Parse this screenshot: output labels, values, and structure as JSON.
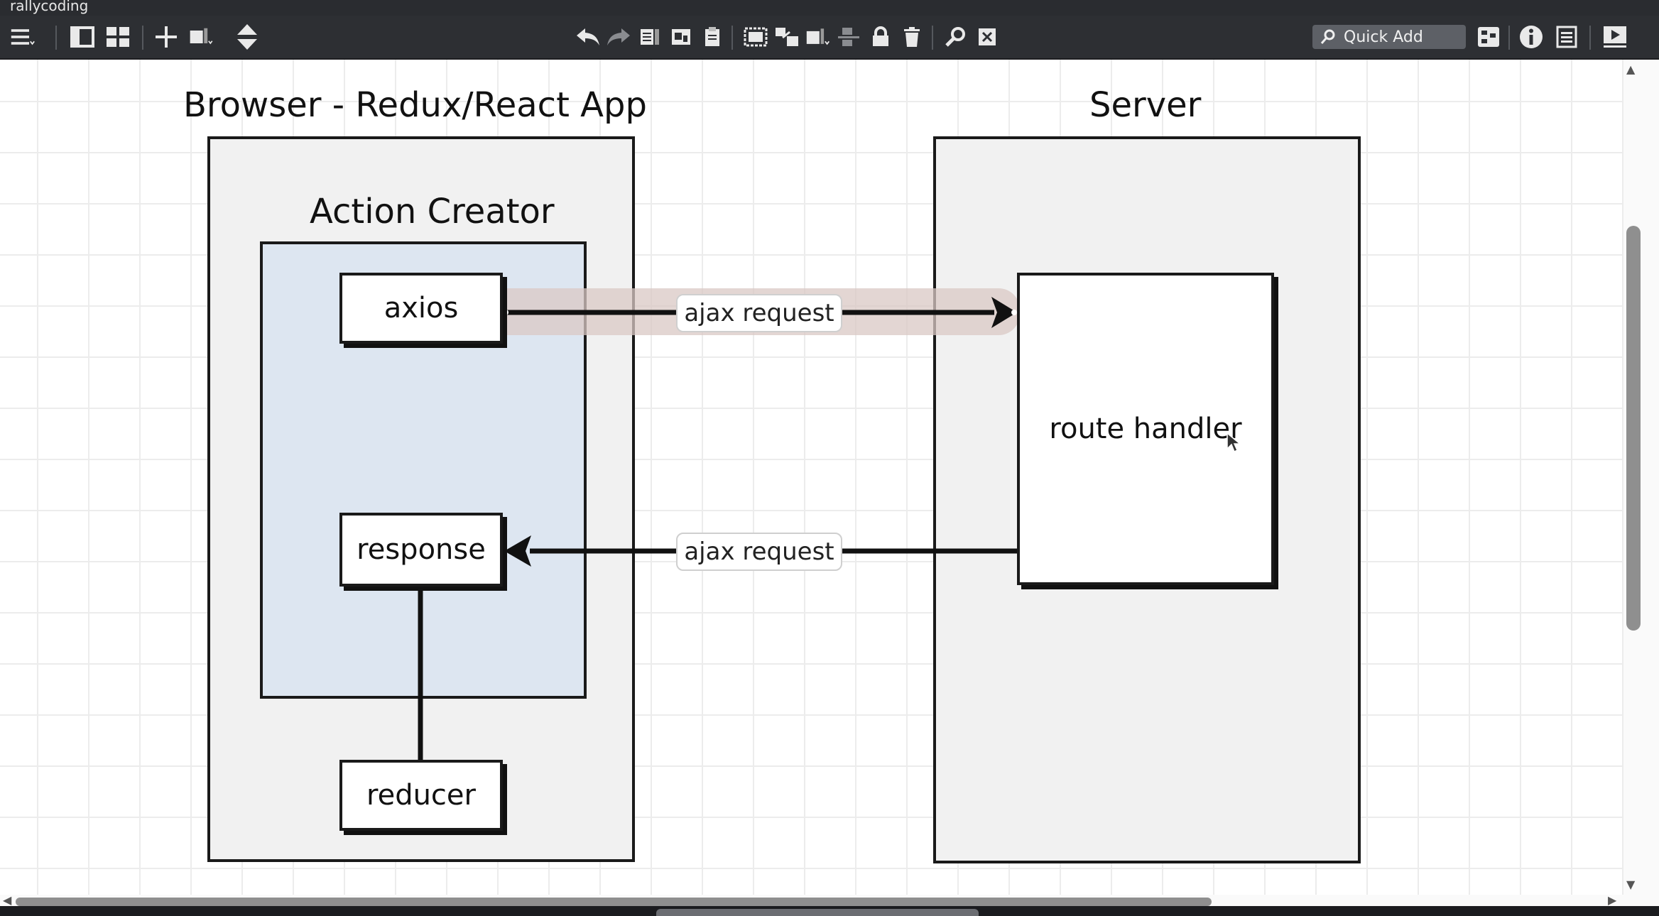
{
  "window": {
    "title": "rallycoding"
  },
  "toolbar": {
    "left_icons": [
      "menu-icon",
      "single-view-icon",
      "grid-view-icon",
      "add-icon",
      "shape-style-icon",
      "arrange-icon"
    ],
    "center_icons": [
      "undo-icon",
      "redo-icon",
      "copy-icon",
      "duplicate-icon",
      "paste-icon",
      "group-icon",
      "ungroup-icon",
      "layer-icon",
      "align-icon",
      "lock-icon",
      "delete-icon",
      "zoom-icon",
      "clear-icon"
    ],
    "quick_add_label": "Quick Add",
    "right_icons": [
      "hierarchy-icon",
      "info-icon",
      "list-icon",
      "present-icon"
    ]
  },
  "diagram": {
    "browser_title": "Browser - Redux/React App",
    "server_title": "Server",
    "action_creator_title": "Action Creator",
    "nodes": {
      "axios": "axios",
      "response": "response",
      "reducer": "reducer",
      "route_handler": "route handler"
    },
    "edges": [
      {
        "from": "axios",
        "to": "route handler",
        "label": "ajax request"
      },
      {
        "from": "route handler",
        "to": "response",
        "label": "ajax request"
      },
      {
        "from": "response",
        "to": "reducer",
        "label": ""
      }
    ]
  },
  "colors": {
    "chrome": "#2d2f33",
    "panel_fill": "#f1f1f1",
    "action_creator_fill": "#dde6f1",
    "highlight": "#d9c8c4"
  }
}
